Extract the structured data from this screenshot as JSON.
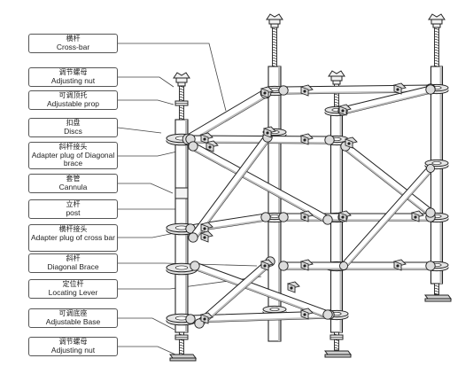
{
  "labels": [
    {
      "cn": "横杆",
      "en": "Cross-bar"
    },
    {
      "cn": "调节螺母",
      "en": "Adjusting nut"
    },
    {
      "cn": "可调顶托",
      "en": "Adjustable prop"
    },
    {
      "cn": "扣盘",
      "en": "Discs"
    },
    {
      "cn": "斜杆接头",
      "en": "Adapter plug of Diagonal brace"
    },
    {
      "cn": "套管",
      "en": "Cannula"
    },
    {
      "cn": "立杆",
      "en": "post"
    },
    {
      "cn": "横杆接头",
      "en": "Adapter plug of cross bar"
    },
    {
      "cn": "斜杆",
      "en": "Diagonal Brace"
    },
    {
      "cn": "定位杆",
      "en": "Locating Lever"
    },
    {
      "cn": "可调底座",
      "en": "Adjustable Base"
    },
    {
      "cn": "调节螺母",
      "en": "Adjusting nut"
    }
  ],
  "colors": {
    "line": "#222222",
    "disc_fill": "#e6e6e6",
    "shade": "#bdbdbd",
    "label_border": "#555555"
  }
}
